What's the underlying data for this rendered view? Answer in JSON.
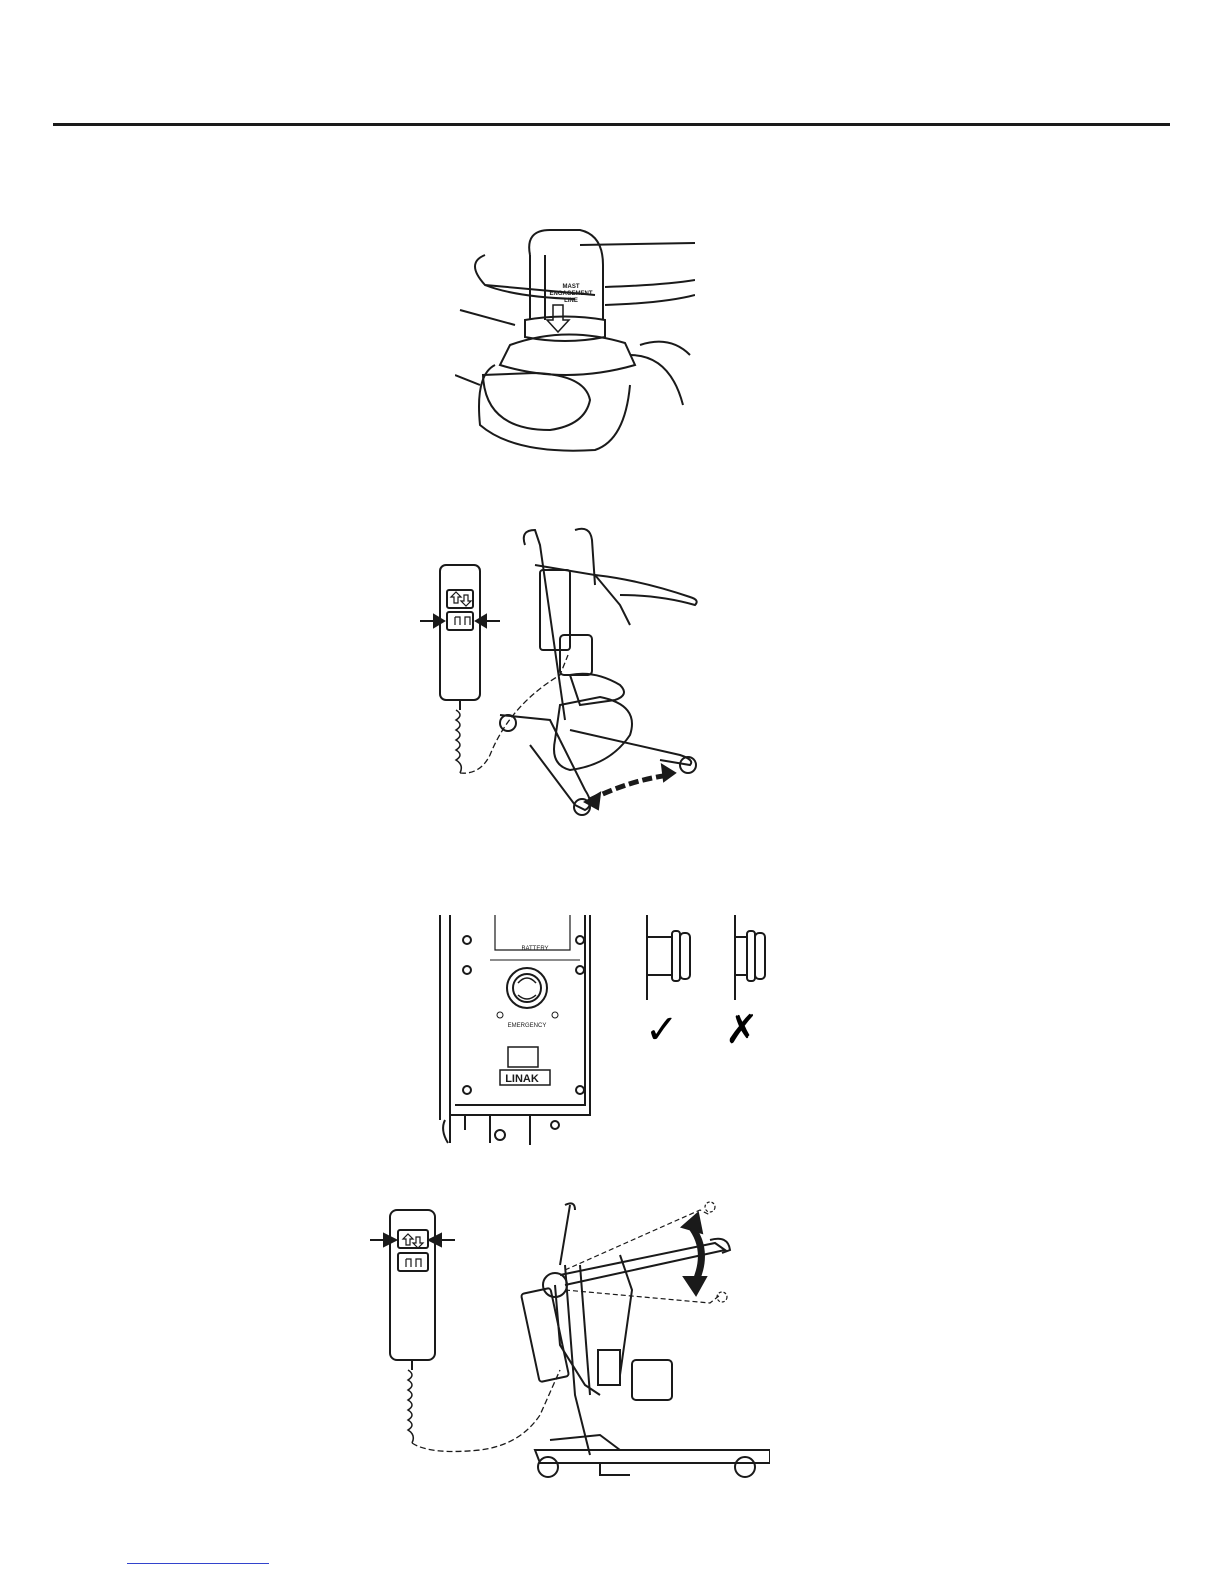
{
  "figure1": {
    "label_line1": "MAST",
    "label_line2": "ENGAGEMENT",
    "label_line3": "LINE"
  },
  "figure3": {
    "battery_label": "BATTERY",
    "emergency_label": "EMERGENCY",
    "brand_label": "LINAK",
    "correct_mark": "✓",
    "incorrect_mark": "✗"
  },
  "colors": {
    "line": "#1a1a1a",
    "link": "#3344cc"
  }
}
